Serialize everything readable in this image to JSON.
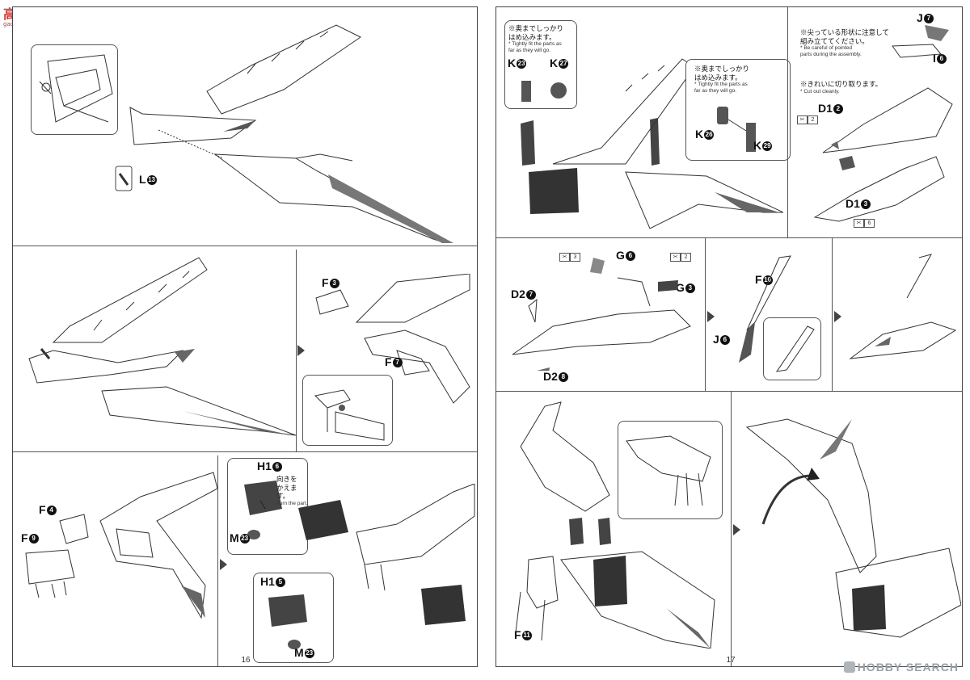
{
  "site_logo": {
    "title": "高手网",
    "subtitle": "gao-shou.com"
  },
  "watermark": "HOBBY SEARCH",
  "left_page": {
    "page_number": "16",
    "step1": {
      "labels": {
        "l13": "L"
      },
      "badges": {
        "l13": "13"
      }
    },
    "step2": {
      "labels": {
        "f3": "F",
        "f7": "F"
      },
      "badges": {
        "f3": "3",
        "f7": "7"
      }
    },
    "step3": {
      "labels": {
        "f4": "F",
        "f9": "F",
        "h1_16": "H1",
        "m23a": "M",
        "h1_15": "H1",
        "m23b": "M"
      },
      "badges": {
        "f4": "4",
        "f9": "9",
        "h1_16": "6",
        "m23a": "23",
        "h1_15": "5",
        "m23b": "23"
      },
      "note_jp": "向きを\nかえます。",
      "note_en": "Turn the part."
    }
  },
  "right_page": {
    "page_number": "17",
    "step1": {
      "note1_jp": "※奥までしっかり\nはめ込みます。",
      "note1_en": "* Tightly fit the parts as\nfar as they will go.",
      "note2_jp": "※奥までしっかり\nはめ込みます。",
      "note2_en": "* Tightly fit the parts as\nfar as they will go.",
      "labels": {
        "k23": "K",
        "k27": "K",
        "k26": "K",
        "k29": "K"
      },
      "badges": {
        "k23": "23",
        "k27": "27",
        "k26": "26",
        "k29": "29"
      }
    },
    "step1b": {
      "note1_jp": "※尖っている形状に注意して\n組み立ててください。",
      "note1_en": "* Be careful of pointed\nparts during the assembly.",
      "note2_jp": "※きれいに切り取ります。",
      "note2_en": "* Cut out cleanly.",
      "labels": {
        "j7": "J",
        "i6": "I",
        "d12": "D1",
        "d13": "D1"
      },
      "badges": {
        "j7": "7",
        "i6": "6",
        "d12": "2",
        "d13": "3"
      },
      "tools": {
        "t2": "2",
        "t6": "6"
      }
    },
    "step2": {
      "labels": {
        "g6": "G",
        "g3": "G",
        "d27": "D2",
        "d28": "D2",
        "f10": "F",
        "j6": "J"
      },
      "badges": {
        "g6": "6",
        "g3": "3",
        "d27": "7",
        "d28": "8",
        "f10": "10",
        "j6": "6"
      },
      "tools": {
        "t3": "3",
        "t2": "2"
      }
    },
    "step3": {
      "labels": {
        "f11": "F"
      },
      "badges": {
        "f11": "11"
      }
    }
  }
}
